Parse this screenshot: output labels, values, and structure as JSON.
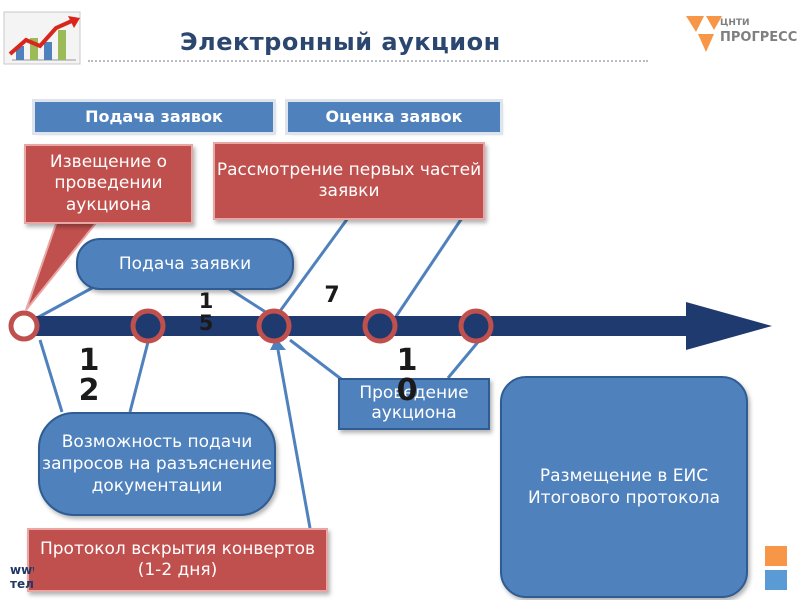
{
  "header": {
    "title": "Электронный аукцион",
    "logo_top": "ЦНТИ",
    "logo_main": "ПРОГРЕСС"
  },
  "phases": [
    "Подача заявок",
    "Оценка заявок"
  ],
  "boxes": {
    "notice": "Извещение о проведении аукциона",
    "review": "Рассмотрение первых частей заявки",
    "submit": "Подача заявки",
    "questions": "Возможность подачи запросов на разъяснение документации",
    "protocol": "Протокол вскрытия конвертов (1-2 дня)",
    "auction": "Проведение аукциона",
    "eis": "Размещение в ЕИС Итогового протокола"
  },
  "day_labels": {
    "d15": [
      "1",
      "5"
    ],
    "d7": [
      "7"
    ],
    "d12": [
      "1",
      "2"
    ],
    "d10": [
      "1",
      "0"
    ]
  },
  "footer": {
    "line1": "www",
    "line2": "тел"
  },
  "colors": {
    "blue": "#4f81bd",
    "red": "#c0504d",
    "arrow": "#1f3a6e",
    "orange": "#f79646",
    "light_blue": "#5b9bd5"
  }
}
